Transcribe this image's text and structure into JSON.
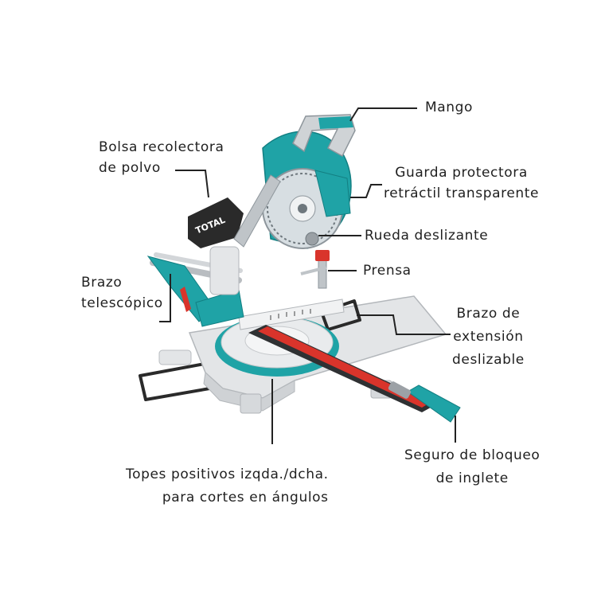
{
  "colors": {
    "teal": "#1fa3a6",
    "teal_dark": "#137f82",
    "base_grey": "#e3e5e7",
    "dark": "#2a2a2a",
    "red": "#d9342b"
  },
  "icons": {
    "machine": "miter-saw-illustration",
    "logo": "brand-logo"
  },
  "brand_text": "TOTAL",
  "labels": {
    "mango": {
      "lines": [
        "Mango"
      ]
    },
    "bolsa": {
      "lines": [
        "Bolsa recolectora",
        "de polvo"
      ]
    },
    "guarda": {
      "lines": [
        "Guarda protectora",
        "retráctil transparente"
      ]
    },
    "rueda": {
      "lines": [
        "Rueda deslizante"
      ]
    },
    "prensa": {
      "lines": [
        "Prensa"
      ]
    },
    "brazo_tel": {
      "lines": [
        "Brazo",
        "telescópico"
      ]
    },
    "brazo_ext": {
      "lines": [
        "Brazo de",
        "extensión",
        "deslizable"
      ]
    },
    "topes": {
      "lines": [
        "Topes positivos izqda./dcha.",
        "para cortes en ángulos"
      ]
    },
    "seguro": {
      "lines": [
        "Seguro de bloqueo",
        "de inglete"
      ]
    }
  }
}
